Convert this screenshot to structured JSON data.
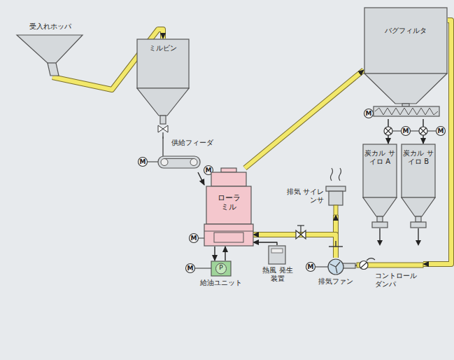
{
  "diagram": {
    "nodes": [
      {
        "text": [
          "受入れホッパ"
        ]
      },
      {
        "text": [
          "ミルビン"
        ]
      },
      {
        "text": [
          "供給フィーダ"
        ]
      },
      {
        "text": [
          "ローラ ミル"
        ]
      },
      {
        "text": [
          "P",
          "給油ユニット"
        ]
      },
      {
        "text": [
          "熱風 発生装置"
        ]
      },
      {
        "text": [
          "排気 サイレンサ"
        ]
      },
      {
        "text": [
          "排気ファン"
        ]
      },
      {
        "text": [
          "コントロール ダンパ"
        ]
      },
      {
        "text": [
          "バグフィルタ"
        ]
      },
      {
        "text": [
          "炭カル サイロ A"
        ]
      },
      {
        "text": [
          "炭カル サイロ B"
        ]
      }
    ],
    "edges": [
      {
        "from": 0,
        "to": 1,
        "arrow": "to"
      },
      {
        "from": 1,
        "to": 2,
        "arrow": "none"
      },
      {
        "from": 2,
        "to": 3,
        "arrow": "to"
      },
      {
        "from": 3,
        "to": 9,
        "arrow": "to"
      },
      {
        "from": 9,
        "to": 10,
        "arrow": "to"
      },
      {
        "from": 9,
        "to": 11,
        "arrow": "to"
      },
      {
        "from": 9,
        "to": 8,
        "arrow": "to"
      },
      {
        "from": 8,
        "to": 7,
        "arrow": "none"
      },
      {
        "from": 7,
        "to": 6,
        "arrow": "to"
      },
      {
        "from": 7,
        "to": 3,
        "arrow": "to"
      },
      {
        "from": 5,
        "to": 3,
        "arrow": "to"
      },
      {
        "from": 3,
        "to": 4,
        "arrow": "to"
      },
      {
        "from": 4,
        "to": 3,
        "arrow": "to"
      }
    ],
    "labels": [
      "M",
      "M",
      "M",
      "M",
      "M",
      "M",
      "M",
      "M"
    ]
  }
}
